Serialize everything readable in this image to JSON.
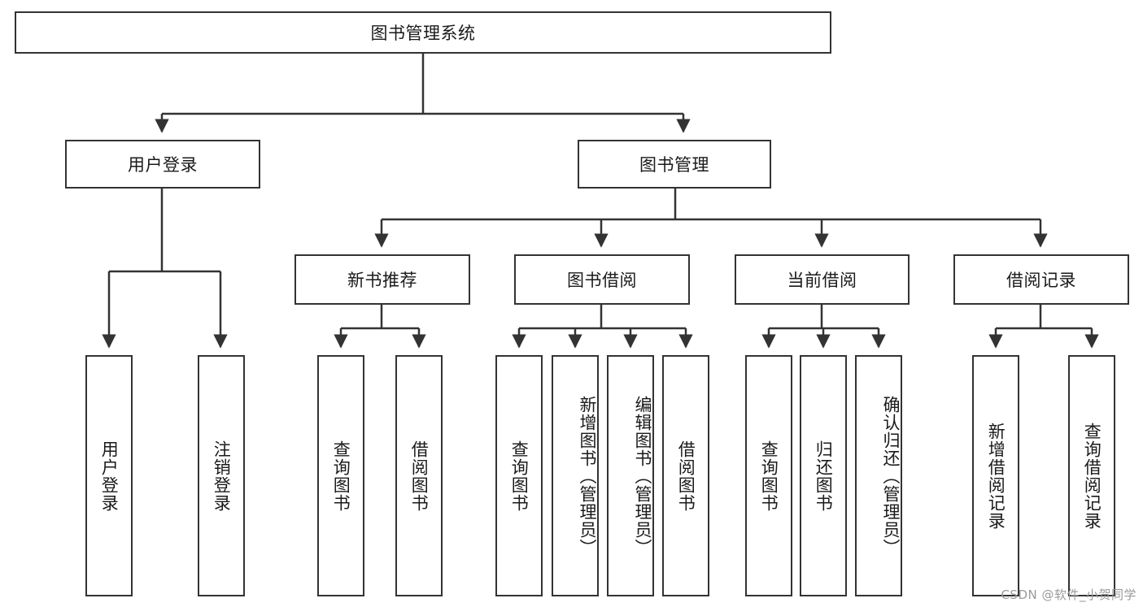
{
  "diagram": {
    "type": "tree-hierarchy",
    "title": "图书管理系统",
    "watermark": "CSDN @软件_小贺同学",
    "colors": {
      "node_border": "#333333",
      "node_fill": "#ffffff",
      "edge": "#333333",
      "text": "#1a1a1a",
      "watermark": "#9a9a9a",
      "background": "#ffffff"
    },
    "root": {
      "id": "root",
      "label": "图书管理系统"
    },
    "level1": [
      {
        "id": "user-login",
        "label": "用户登录"
      },
      {
        "id": "book-manage",
        "label": "图书管理"
      }
    ],
    "level2": [
      {
        "id": "new-book-recommend",
        "label": "新书推荐",
        "parent": "book-manage"
      },
      {
        "id": "book-borrow",
        "label": "图书借阅",
        "parent": "book-manage"
      },
      {
        "id": "current-borrow",
        "label": "当前借阅",
        "parent": "book-manage"
      },
      {
        "id": "borrow-record",
        "label": "借阅记录",
        "parent": "book-manage"
      }
    ],
    "leaves": [
      {
        "id": "leaf-user-login",
        "label": "用户登录",
        "parent": "user-login"
      },
      {
        "id": "leaf-logout-login",
        "label": "注销登录",
        "parent": "user-login"
      },
      {
        "id": "leaf-query-book-1",
        "label": "查询图书",
        "parent": "new-book-recommend"
      },
      {
        "id": "leaf-borrow-book-1",
        "label": "借阅图书",
        "parent": "new-book-recommend"
      },
      {
        "id": "leaf-query-book-2",
        "label": "查询图书",
        "parent": "book-borrow"
      },
      {
        "id": "leaf-add-book",
        "label": "新增图书（管理员）",
        "parent": "book-borrow"
      },
      {
        "id": "leaf-edit-book",
        "label": "编辑图书（管理员）",
        "parent": "book-borrow"
      },
      {
        "id": "leaf-borrow-book-2",
        "label": "借阅图书",
        "parent": "book-borrow"
      },
      {
        "id": "leaf-query-book-3",
        "label": "查询图书",
        "parent": "current-borrow"
      },
      {
        "id": "leaf-return-book",
        "label": "归还图书",
        "parent": "current-borrow"
      },
      {
        "id": "leaf-confirm-return",
        "label": "确认归还（管理员）",
        "parent": "current-borrow"
      },
      {
        "id": "leaf-add-record",
        "label": "新增借阅记录",
        "parent": "borrow-record"
      },
      {
        "id": "leaf-query-record",
        "label": "查询借阅记录",
        "parent": "borrow-record"
      }
    ]
  }
}
